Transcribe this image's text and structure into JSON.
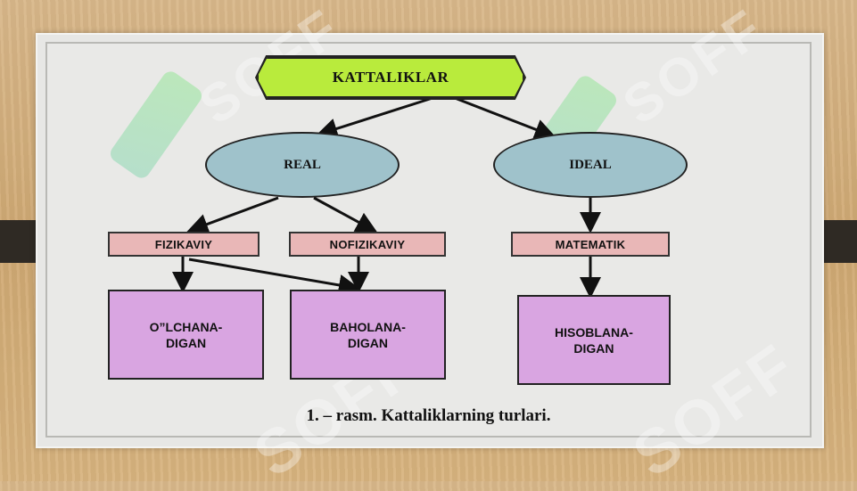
{
  "diagram": {
    "root": "KATTALIKLAR",
    "level1": [
      "REAL",
      "IDEAL"
    ],
    "level2": [
      "FIZIKAVIY",
      "NOFIZIKAVIY",
      "MATEMATIK"
    ],
    "level3": [
      "O”LCHANA-\nDIGAN",
      "BAHOLANA-\nDIGAN",
      "HISOBLANA-\nDIGAN"
    ],
    "caption": "1. – rasm. Kattaliklarning turlari."
  },
  "watermark": "SOFF",
  "colors": {
    "root": "#b9eb3c",
    "ellipse": "#9fc2cb",
    "label": "#e9b7b7",
    "box": "#d9a5e1",
    "background": "#d2ad78"
  }
}
